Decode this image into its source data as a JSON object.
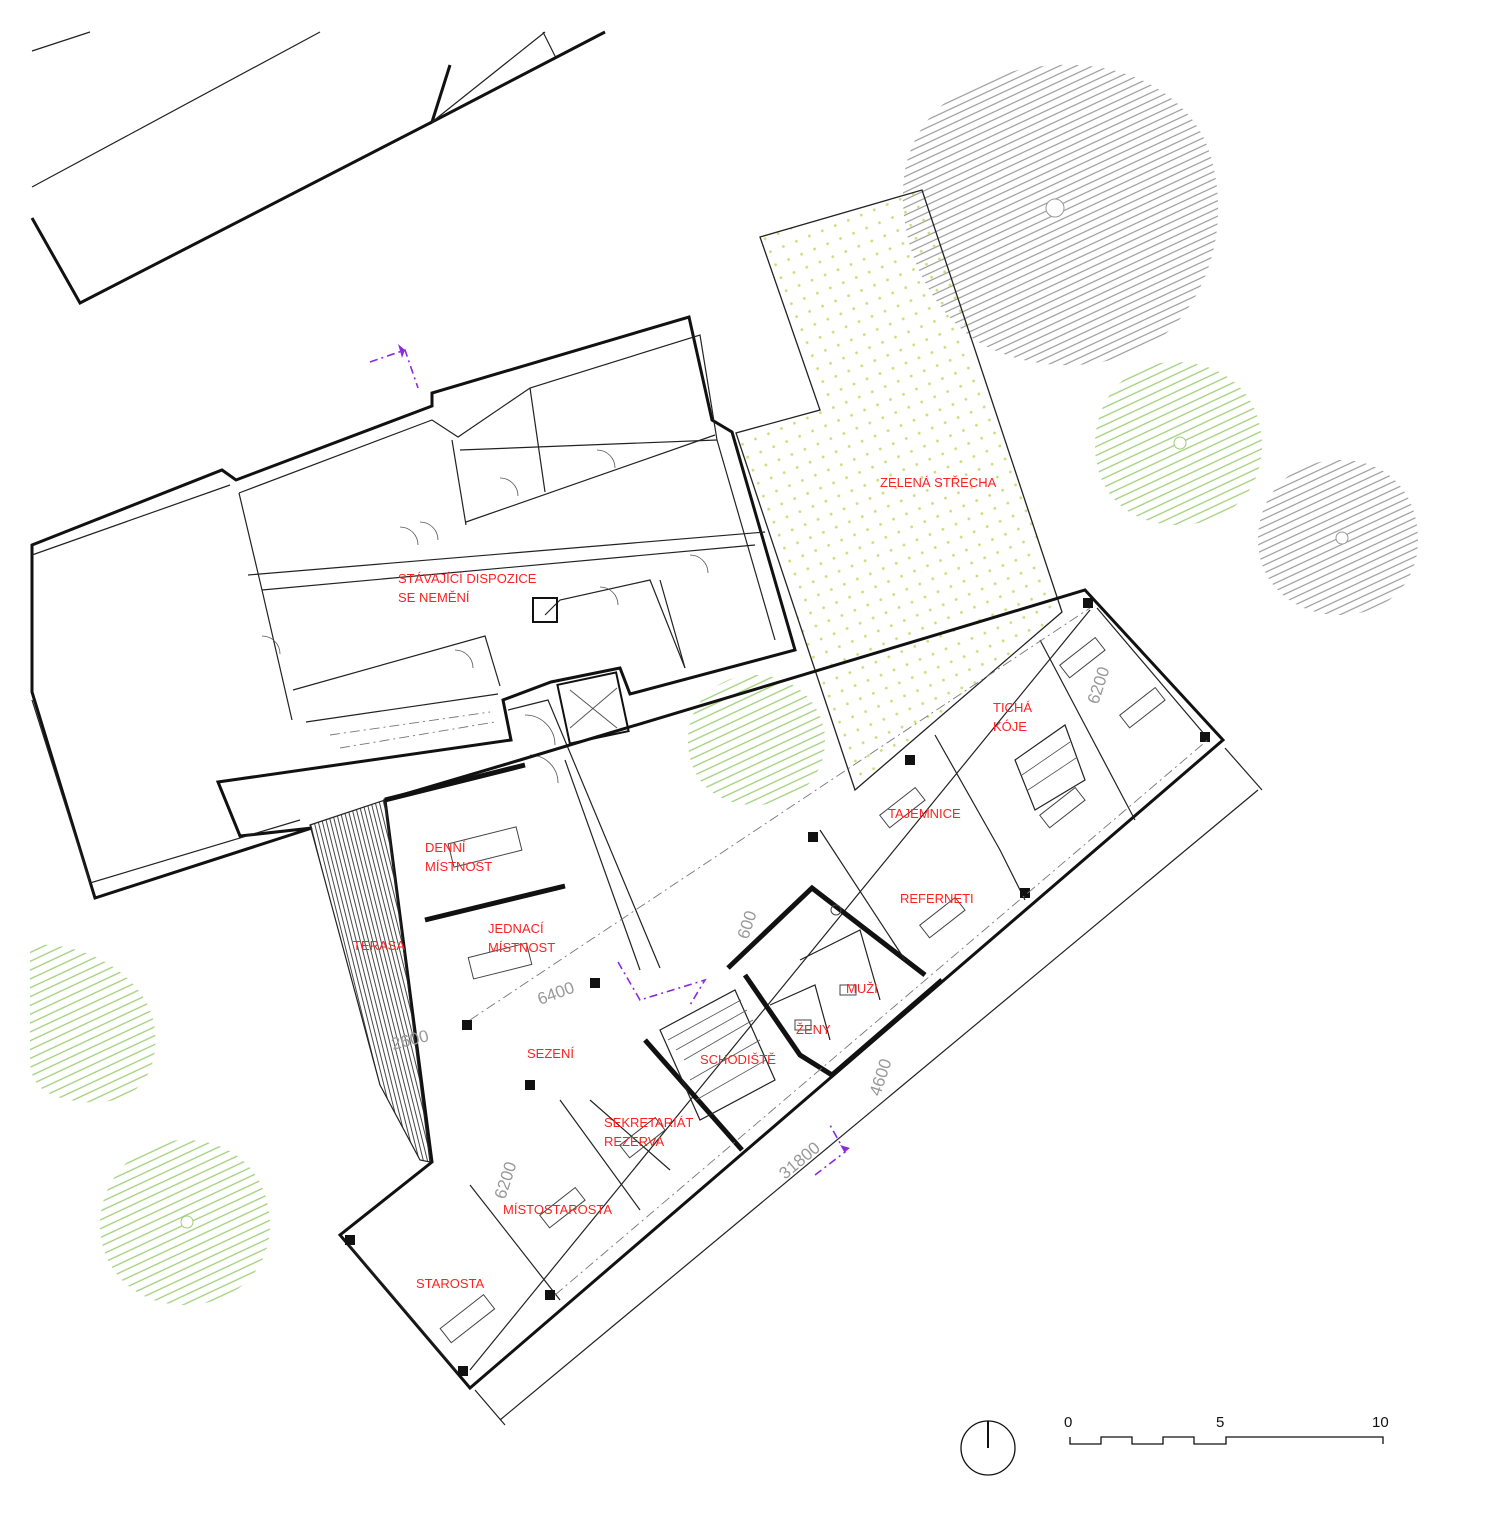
{
  "plan": {
    "rooms": {
      "existing": [
        "STÁVAJÍCÍ DISPOZICE",
        "SE NEMĚNÍ"
      ],
      "green_roof": "ZELENÁ STŘECHA",
      "quiet_booth": [
        "TICHÁ",
        "KÓJE"
      ],
      "secretary_general": "TAJEMNICE",
      "officers": "REFERNETI",
      "men": "MUŽI",
      "women": "ŽENY",
      "staircase": "SCHODIŠTĚ",
      "day_room": [
        "DENNÍ",
        "MÍSTNOST"
      ],
      "meeting_room": [
        "JEDNACÍ",
        "MÍSTNOST"
      ],
      "terrace": "TERASA",
      "seating": "SEZENÍ",
      "secretariat": [
        "SEKRETARIÁT",
        "REZERVA"
      ],
      "deputy_mayor": "MÍSTOSTAROSTA",
      "mayor": "STAROSTA"
    },
    "dimensions": {
      "d6200_top": "6200",
      "d600": "600",
      "d6400": "6400",
      "d2600": "2600",
      "d4600": "4600",
      "d6200_bottom": "6200",
      "d31800": "31800"
    },
    "scale_bar": {
      "ticks": [
        "0",
        "5",
        "10"
      ]
    },
    "colors": {
      "labels": "#ff2222",
      "green_roof_dots": "#c8e07a",
      "tree_green": "#9fcf7a",
      "tree_grey": "#9a9a9a",
      "section_line": "#8a2be2"
    }
  }
}
